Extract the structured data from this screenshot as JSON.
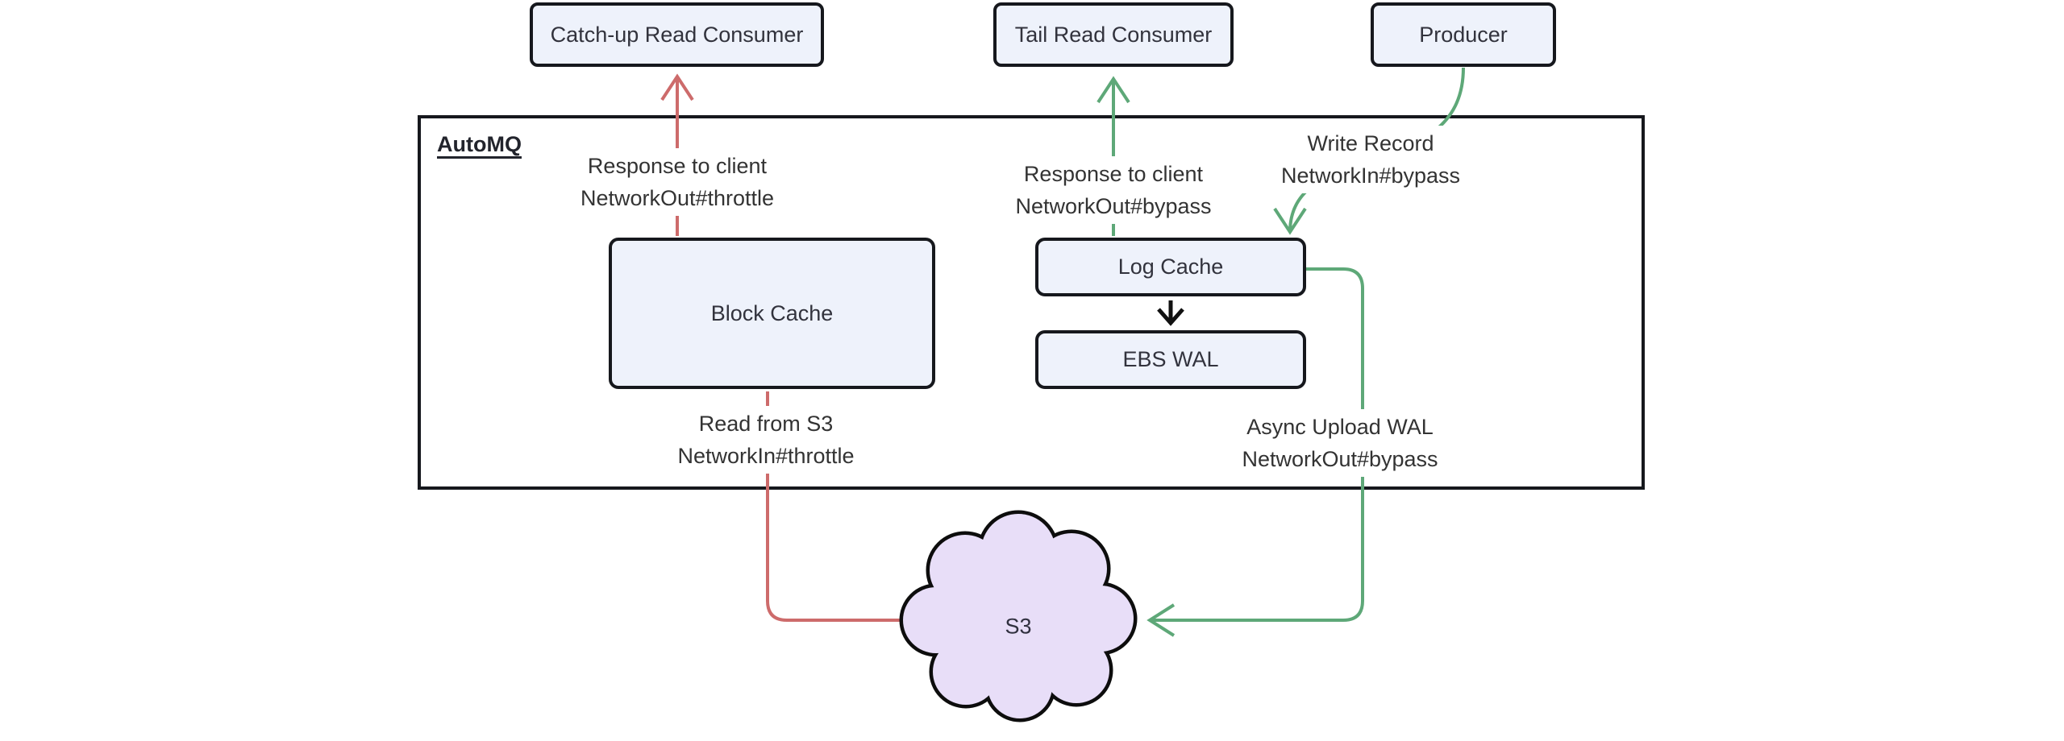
{
  "diagram": {
    "container": {
      "title": "AutoMQ"
    },
    "nodes": {
      "catchup_consumer": {
        "label": "Catch-up Read Consumer"
      },
      "tail_consumer": {
        "label": "Tail Read Consumer"
      },
      "producer": {
        "label": "Producer"
      },
      "block_cache": {
        "label": "Block Cache"
      },
      "log_cache": {
        "label": "Log Cache"
      },
      "ebs_wal": {
        "label": "EBS WAL"
      },
      "s3_cloud": {
        "label": "S3"
      }
    },
    "edges": {
      "response_throttle": {
        "line1": "Response to client",
        "line2": "NetworkOut#throttle"
      },
      "response_bypass": {
        "line1": "Response to client",
        "line2": "NetworkOut#bypass"
      },
      "write_record": {
        "line1": "Write Record",
        "line2": "NetworkIn#bypass"
      },
      "read_s3": {
        "line1": "Read from S3",
        "line2": "NetworkIn#throttle"
      },
      "async_upload": {
        "line1": "Async Upload WAL",
        "line2": "NetworkOut#bypass"
      }
    },
    "colors": {
      "throttle_red": "#cd6b6b",
      "bypass_green": "#5ea878",
      "black_arrow": "#111111",
      "node_fill": "#eef2fb",
      "node_border": "#16181d",
      "cloud_fill": "#e8def8",
      "text": "#333333"
    }
  }
}
